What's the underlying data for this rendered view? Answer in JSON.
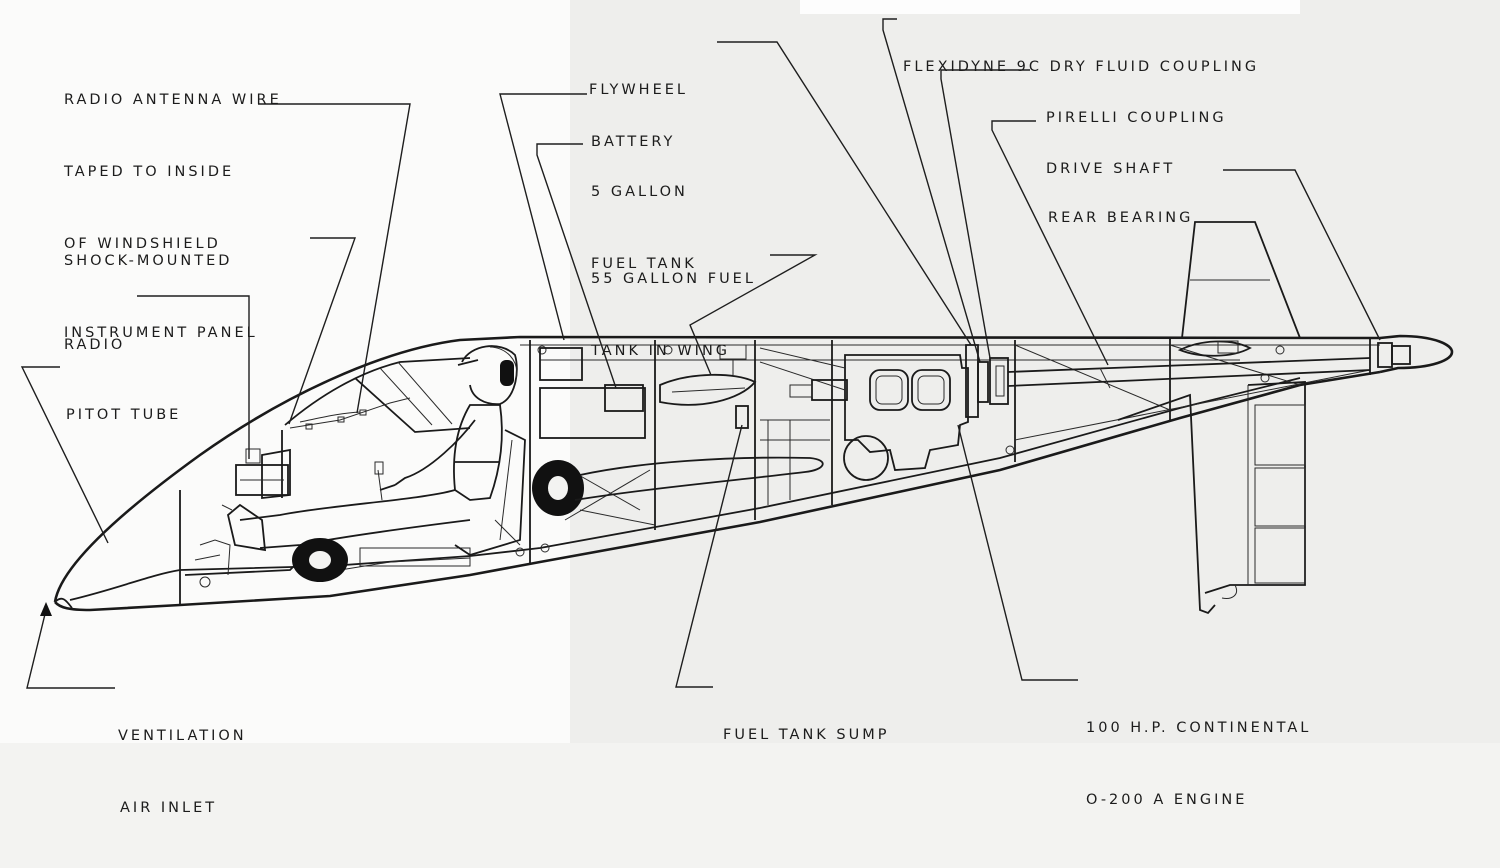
{
  "callouts": {
    "radio_antenna_wire": [
      "RADIO ANTENNA WIRE",
      "TAPED TO INSIDE",
      "OF WINDSHIELD"
    ],
    "shock_mounted_panel": [
      "SHOCK-MOUNTED",
      "INSTRUMENT PANEL"
    ],
    "radio": [
      "RADIO"
    ],
    "pitot_tube": [
      "PITOT TUBE"
    ],
    "ventilation_air_inlet": [
      "VENTILATION",
      "AIR INLET"
    ],
    "flywheel": [
      "FLYWHEEL"
    ],
    "battery": [
      "BATTERY"
    ],
    "fuel_tank_5_gallon": [
      "5 GALLON",
      "FUEL TANK"
    ],
    "fuel_tank_55_gallon": [
      "55 GALLON FUEL",
      "TANK IN WING"
    ],
    "flexidyne_coupling": [
      "FLEXIDYNE 9C DRY FLUID COUPLING"
    ],
    "pirelli_coupling": [
      "PIRELLI COUPLING"
    ],
    "drive_shaft": [
      "DRIVE SHAFT"
    ],
    "rear_bearing": [
      "REAR BEARING"
    ],
    "fuel_tank_sump": [
      "FUEL TANK SUMP"
    ],
    "engine": [
      "100 H.P. CONTINENTAL",
      "O-200 A ENGINE"
    ]
  }
}
